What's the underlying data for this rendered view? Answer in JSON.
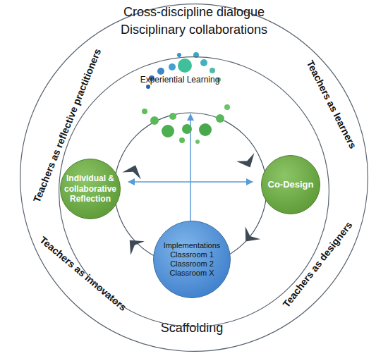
{
  "diagram": {
    "nodes": [
      {
        "text": [
          "Cross-discipline dialogue",
          "Disciplinary collaborations",
          "Teachers as reflective practitioners",
          "Teachers as learners",
          "Teachers as designers",
          "Teachers as innovators",
          "Scaffolding"
        ]
      },
      {
        "text": [
          "Experiential Learning"
        ],
        "in": 0
      },
      {
        "text": [
          "Individual & collaborative Reflection"
        ],
        "in": 1
      },
      {
        "text": [
          "Co-Design"
        ],
        "in": 1
      },
      {
        "text": [
          "Implementations",
          "Classroom 1",
          "Classroom 2",
          "Classroom X"
        ],
        "in": 1
      }
    ]
  }
}
